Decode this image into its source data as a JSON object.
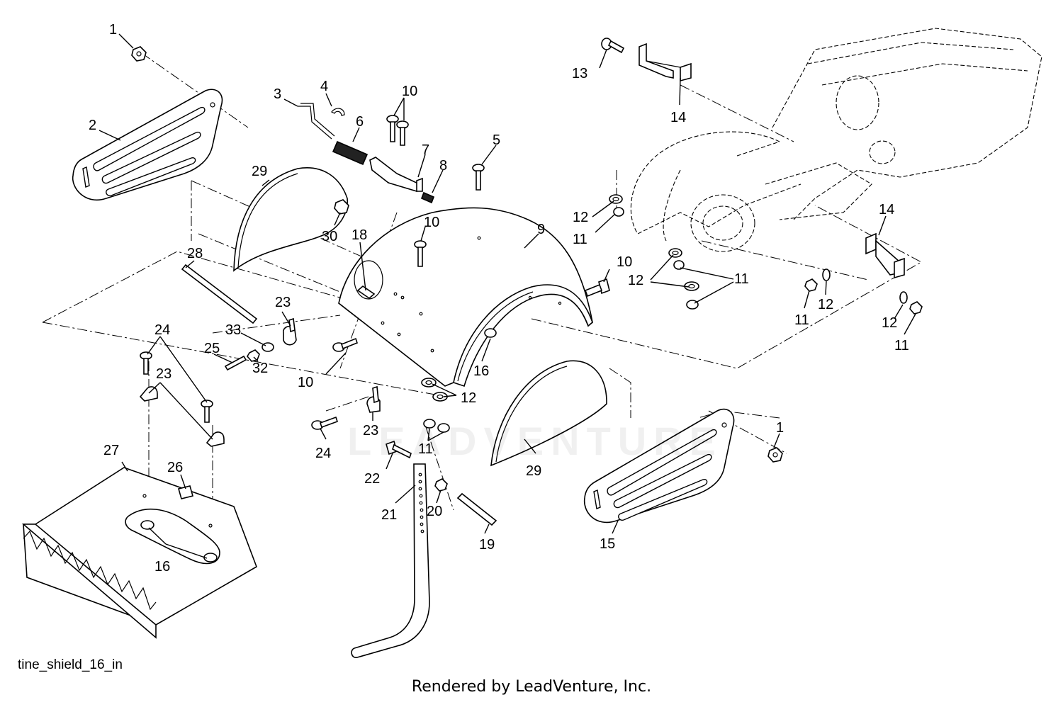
{
  "figure": {
    "id_label": "tine_shield_16_in",
    "footer": "Rendered by LeadVenture, Inc.",
    "watermark": "LEADVENTURE"
  },
  "callouts": [
    {
      "id": "c1a",
      "text": "1"
    },
    {
      "id": "c1b",
      "text": "1"
    },
    {
      "id": "c2",
      "text": "2"
    },
    {
      "id": "c3",
      "text": "3"
    },
    {
      "id": "c4",
      "text": "4"
    },
    {
      "id": "c5",
      "text": "5"
    },
    {
      "id": "c6",
      "text": "6"
    },
    {
      "id": "c7",
      "text": "7"
    },
    {
      "id": "c8",
      "text": "8"
    },
    {
      "id": "c9",
      "text": "9"
    },
    {
      "id": "c10a",
      "text": "10"
    },
    {
      "id": "c10b",
      "text": "10"
    },
    {
      "id": "c10c",
      "text": "10"
    },
    {
      "id": "c10d",
      "text": "10"
    },
    {
      "id": "c11a",
      "text": "11"
    },
    {
      "id": "c11b",
      "text": "11"
    },
    {
      "id": "c11c",
      "text": "11"
    },
    {
      "id": "c11d",
      "text": "11"
    },
    {
      "id": "c11e",
      "text": "11"
    },
    {
      "id": "c12a",
      "text": "12"
    },
    {
      "id": "c12b",
      "text": "12"
    },
    {
      "id": "c12c",
      "text": "12"
    },
    {
      "id": "c12d",
      "text": "12"
    },
    {
      "id": "c12e",
      "text": "12"
    },
    {
      "id": "c13",
      "text": "13"
    },
    {
      "id": "c14a",
      "text": "14"
    },
    {
      "id": "c14b",
      "text": "14"
    },
    {
      "id": "c15",
      "text": "15"
    },
    {
      "id": "c16a",
      "text": "16"
    },
    {
      "id": "c16b",
      "text": "16"
    },
    {
      "id": "c18",
      "text": "18"
    },
    {
      "id": "c19",
      "text": "19"
    },
    {
      "id": "c20",
      "text": "20"
    },
    {
      "id": "c21",
      "text": "21"
    },
    {
      "id": "c22",
      "text": "22"
    },
    {
      "id": "c23a",
      "text": "23"
    },
    {
      "id": "c23b",
      "text": "23"
    },
    {
      "id": "c23c",
      "text": "23"
    },
    {
      "id": "c24a",
      "text": "24"
    },
    {
      "id": "c24b",
      "text": "24"
    },
    {
      "id": "c25",
      "text": "25"
    },
    {
      "id": "c26",
      "text": "26"
    },
    {
      "id": "c27",
      "text": "27"
    },
    {
      "id": "c28",
      "text": "28"
    },
    {
      "id": "c29a",
      "text": "29"
    },
    {
      "id": "c29b",
      "text": "29"
    },
    {
      "id": "c30",
      "text": "30"
    },
    {
      "id": "c32",
      "text": "32"
    },
    {
      "id": "c33",
      "text": "33"
    }
  ]
}
